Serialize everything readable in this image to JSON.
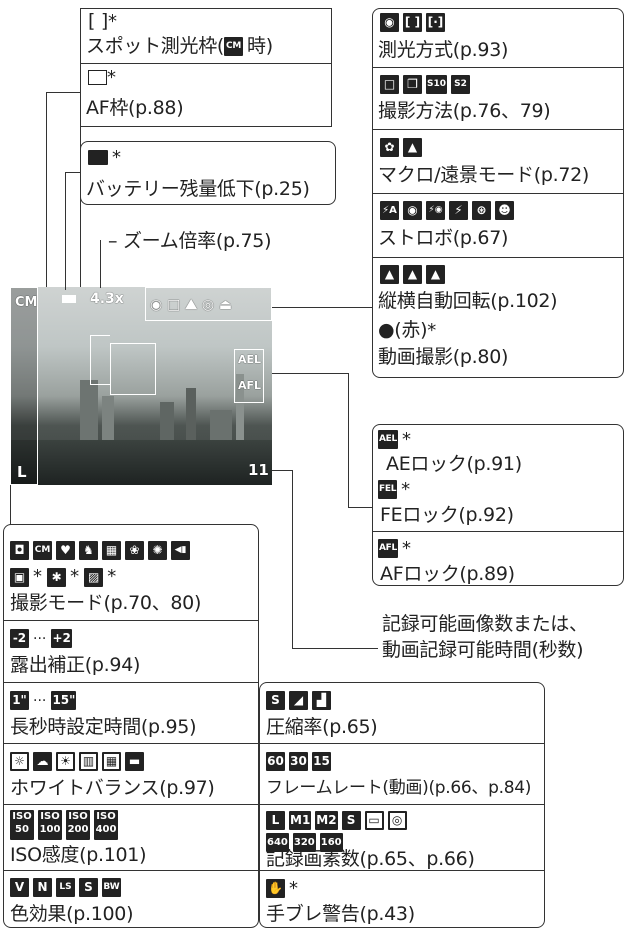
{
  "boxes": {
    "spot": {
      "line1": "[ ]",
      "line1_ast": "*",
      "line2a": "スポット測光枠(",
      "line2_icon": "CM",
      "line2b": "時)"
    },
    "af_frame": {
      "line1_ast": "*",
      "line2": "AF枠(p.88)"
    },
    "battery": {
      "ast": "*",
      "text": "バッテリー残量低下(p.25)"
    },
    "zoom": {
      "text": "ズーム倍率(p.75)"
    },
    "right_top": [
      {
        "icons": [
          "◉",
          "[ ]",
          "[·]"
        ],
        "text": "測光方式(p.93)"
      },
      {
        "icons": [
          "□",
          "❐",
          "S10",
          "S2"
        ],
        "text": "撮影方法(p.76、79)"
      },
      {
        "icons": [
          "✿",
          "▲"
        ],
        "text": "マクロ/遠景モード(p.72)"
      },
      {
        "icons": [
          "⚡A",
          "◉",
          "⚡◉",
          "⚡",
          "⊛",
          "☻"
        ],
        "text": "ストロボ(p.67)"
      },
      {
        "icons": [
          "▲",
          "▲",
          "▲"
        ],
        "text": "縦横自動回転(p.102)"
      },
      {
        "line1": "●(赤)",
        "ast": "*",
        "text": "動画撮影(p.80)"
      }
    ],
    "right_mid": [
      {
        "icon": "AEL",
        "ast": "*",
        "text": "AEロック(p.91)"
      },
      {
        "icon": "FEL",
        "ast": "*",
        "text": "FEロック(p.92)"
      },
      {
        "icon": "AFL",
        "ast": "*",
        "text": "AFロック(p.89)"
      }
    ],
    "recordable": {
      "line1": "記録可能画像数または、",
      "line2": "動画記録可能時間(秒数)"
    },
    "left_bottom": [
      {
        "icons": [
          "◘",
          "CM",
          "♥",
          "♞",
          "▦",
          "❀",
          "✺",
          "◀▮"
        ],
        "icons2": [
          "▣",
          "✱",
          "▨"
        ],
        "text": "撮影モード(p.70、80)"
      },
      {
        "icons": [
          "-2",
          "+2"
        ],
        "dots": "···",
        "text": "露出補正(p.94)"
      },
      {
        "icons": [
          "1\"",
          "15\""
        ],
        "dots": "···",
        "text": "長秒時設定時間(p.95)"
      },
      {
        "icons": [
          "☼",
          "☁",
          "☀",
          "▥",
          "▦",
          "▬"
        ],
        "text": "ホワイトバランス(p.97)"
      },
      {
        "icons": [
          "ISO 50",
          "ISO 100",
          "ISO 200",
          "ISO 400"
        ],
        "text": "ISO感度(p.101)"
      },
      {
        "icons": [
          "V",
          "N",
          "LS",
          "S",
          "BW"
        ],
        "text": "色効果(p.100)"
      }
    ],
    "right_bottom": [
      {
        "icons": [
          "S",
          "◢",
          "▟"
        ],
        "text": "圧縮率(p.65)"
      },
      {
        "icons": [
          "60",
          "30",
          "15"
        ],
        "text": "フレームレート(動画)(p.66、p.84)"
      },
      {
        "icons": [
          "L",
          "M1",
          "M2",
          "S",
          "▭",
          "◎"
        ],
        "icons2": [
          "640",
          "320",
          "160"
        ],
        "text": "記録画素数(p.65、p.66)"
      },
      {
        "icon": "✋",
        "ast": "*",
        "text": "手ブレ警告(p.43)"
      }
    ]
  },
  "lcd": {
    "zoom_readout": "4.3x",
    "shots_remaining": "11",
    "mode_icon": "CM",
    "size_icon": "L",
    "ael": "AEL",
    "afl": "AFL"
  }
}
